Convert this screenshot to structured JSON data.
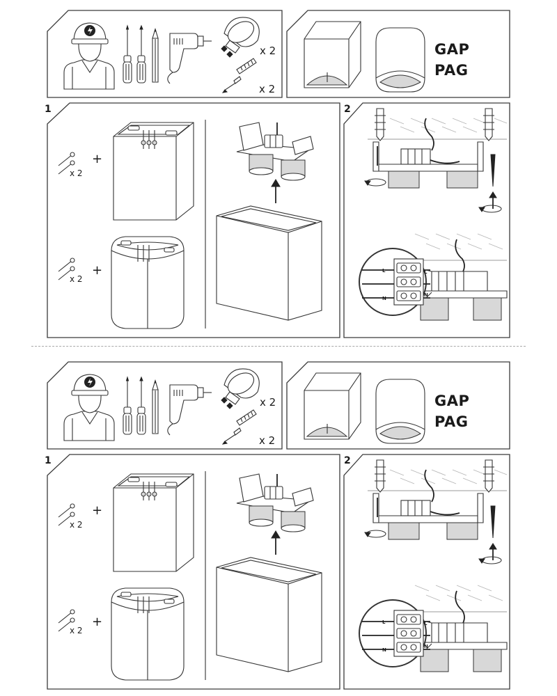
{
  "step_numbers": {
    "one": "1",
    "two": "2"
  },
  "tools": {
    "bulb_count": "x 2",
    "anchor_count": "x 2"
  },
  "models": {
    "first": "GAP",
    "second": "PAG"
  },
  "step1": {
    "screws_square": "x 2",
    "screws_oval": "x 2",
    "plus_sign": "+"
  },
  "wiring": {
    "live": "L",
    "earth_mark": "",
    "neutral": "N"
  },
  "icons": [
    "electrician-icon",
    "screwdriver-icon",
    "pencil-icon",
    "drill-icon",
    "gu10-bulb-icon",
    "wall-plug-icon",
    "screw-icon",
    "rotate-icon",
    "up-arrow-icon"
  ],
  "colors": {
    "line": "#333333",
    "frame": "#3a3a3a",
    "shade": "#d8d8d8",
    "divider": "#a9a9a9"
  }
}
